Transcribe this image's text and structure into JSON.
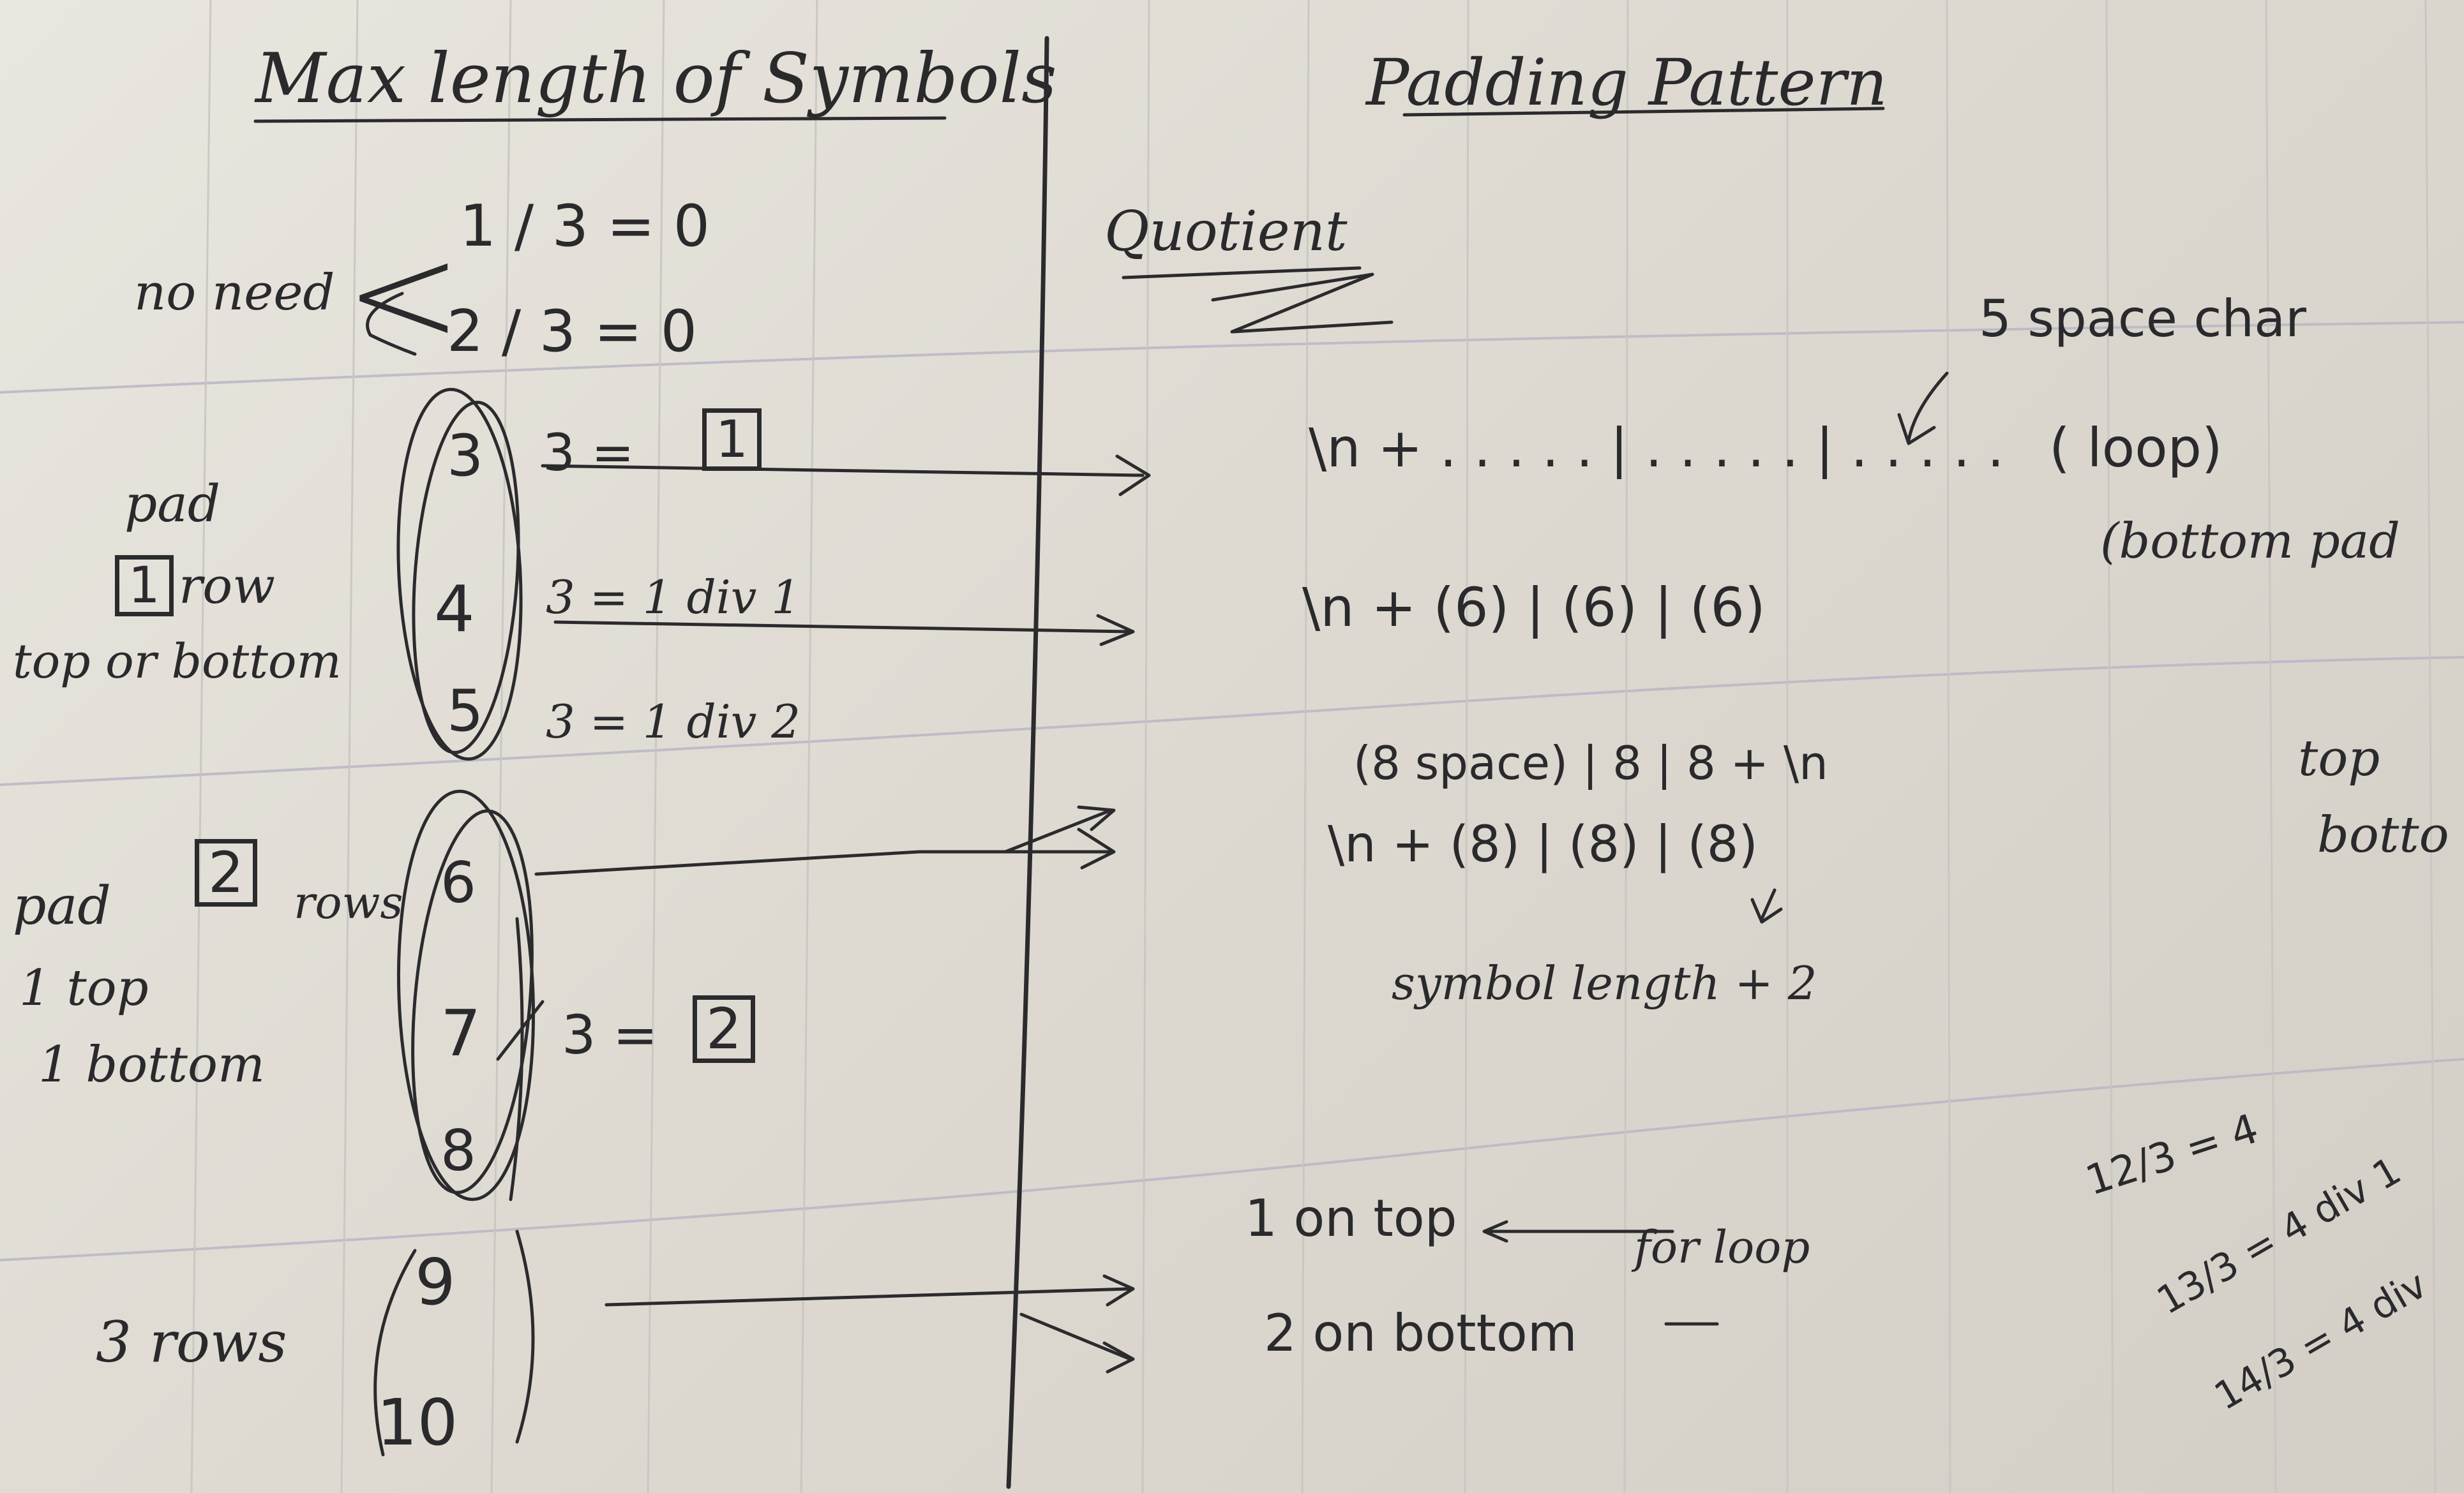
{
  "left": {
    "title": "Max length of Symbols",
    "no_need": "no need",
    "eq1": "1 / 3 = 0",
    "eq2": "2 / 3 = 0",
    "n3": "3",
    "div3": "3 =",
    "q3": "1",
    "n4": "4",
    "div4": "3 = 1 div 1",
    "n5": "5",
    "div5": "3 = 1 div 2",
    "pad1_a": "pad",
    "pad1_num": "1",
    "pad1_b": "row",
    "pad1_c": "top or bottom",
    "pad2_a": "pad",
    "pad2_num": "2",
    "pad2_b": "rows",
    "pad2_top": "1 top",
    "pad2_bottom": "1 bottom",
    "n6": "6",
    "n7": "7",
    "n8": "8",
    "div7": "3 =",
    "q7": "2",
    "rows3": "3 rows",
    "n9": "9",
    "n10": "10"
  },
  "right": {
    "title": "Padding Pattern",
    "quotient": "Quotient",
    "space_note": "5 space char",
    "row1": "\\n + . . . . . | . . . . . | . . . . .",
    "row1_paren": "( loop)",
    "bottom_pad": "(bottom pad",
    "row2": "\\n + (6) | (6) | (6)",
    "row3": "(8 space) | 8 | 8 + \\n",
    "row3_tag": "top",
    "row4": "\\n + (8) | (8) | (8)",
    "row4_tag": "botto",
    "symbol_note": "symbol length + 2",
    "on_top": "1 on top",
    "for_loop": "for loop",
    "on_bottom": "2 on bottom",
    "calc1": "12/3 = 4",
    "calc2": "13/3 = 4 div 1",
    "calc3": "14/3 = 4 div"
  }
}
